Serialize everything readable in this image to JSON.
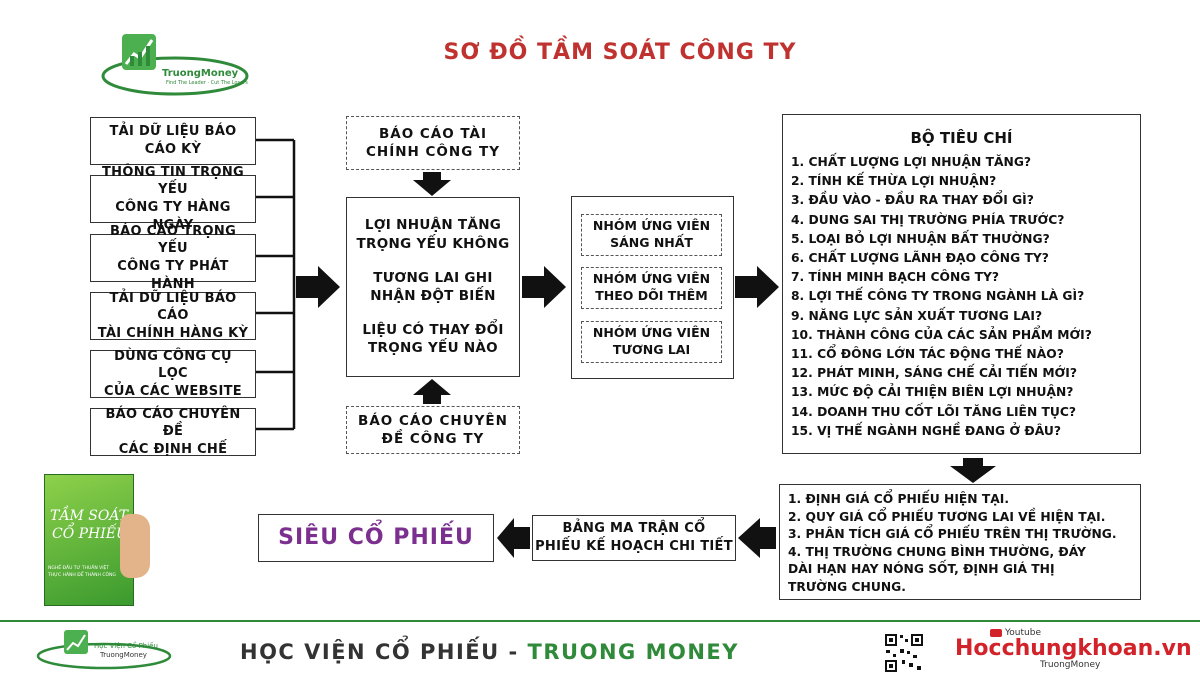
{
  "title": "SƠ ĐỒ TẦM SOÁT CÔNG TY",
  "logo": {
    "brand": "TruongMoney",
    "tagline": "Find The Leader · Cut The Losers"
  },
  "sources": [
    [
      "TẢI DỮ LIỆU BÁO",
      "CÁO KỲ"
    ],
    [
      "THÔNG TIN TRỌNG YẾU",
      "CÔNG TY HÀNG NGÀY"
    ],
    [
      "BÁO CÁO TRỌNG YẾU",
      "CÔNG TY PHÁT HÀNH"
    ],
    [
      "TẢI DỮ LIỆU BÁO CÁO",
      "TÀI CHÍNH HÀNG KỲ"
    ],
    [
      "DÙNG CÔNG CỤ LỌC",
      "CỦA CÁC WEBSITE"
    ],
    [
      "BÁO CÁO CHUYÊN ĐỀ",
      "CÁC ĐỊNH CHẾ"
    ]
  ],
  "top_input": [
    "BÁO CÁO TÀI",
    "CHÍNH CÔNG TY"
  ],
  "bottom_input": [
    "BÁO CÁO CHUYÊN",
    "ĐỀ CÔNG TY"
  ],
  "questions": [
    [
      "LỢI NHUẬN TĂNG",
      "TRỌNG YẾU KHÔNG"
    ],
    [
      "TƯƠNG LAI GHI",
      "NHẬN ĐỘT BIẾN"
    ],
    [
      "LIỆU CÓ THAY ĐỔI",
      "TRỌNG YẾU NÀO"
    ]
  ],
  "candidates": [
    [
      "NHÓM ỨNG VIÊN",
      "SÁNG NHẤT"
    ],
    [
      "NHÓM ỨNG VIÊN",
      "THEO DÕI THÊM"
    ],
    [
      "NHÓM ỨNG VIÊN",
      "TƯƠNG LAI"
    ]
  ],
  "criteria": {
    "heading": "BỘ TIÊU CHÍ",
    "items": [
      "1. CHẤT LƯỢNG LỢI NHUẬN TĂNG?",
      "2. TÍNH KẾ THỪA LỢI NHUẬN?",
      "3. ĐẦU VÀO - ĐẦU RA THAY ĐỔI GÌ?",
      "4. DUNG SAI THỊ TRƯỜNG PHÍA TRƯỚC?",
      "5. LOẠI BỎ LỢI NHUẬN BẤT THƯỜNG?",
      "6. CHẤT LƯỢNG LÃNH ĐẠO CÔNG TY?",
      "7. TÍNH MINH BẠCH CÔNG TY?",
      "8. LỢI THẾ CÔNG TY TRONG NGÀNH LÀ GÌ?",
      "9. NĂNG LỰC SẢN XUẤT TƯƠNG LAI?",
      "10. THÀNH CÔNG CỦA CÁC SẢN PHẨM MỚI?",
      "11. CỔ ĐÔNG LỚN TÁC ĐỘNG THẾ NÀO?",
      "12. PHÁT MINH, SÁNG CHẾ CẢI TIẾN MỚI?",
      "13. MỨC ĐỘ CẢI THIỆN BIÊN LỢI NHUẬN?",
      "14. DOANH THU CỐT LÕI TĂNG LIÊN TỤC?",
      "15. VỊ THẾ NGÀNH NGHỀ ĐANG Ở ĐÂU?"
    ]
  },
  "valuation": [
    "1. ĐỊNH GIÁ CỔ PHIẾU HIỆN TẠI.",
    "2. QUY GIÁ CỔ PHIẾU TƯƠNG LAI VỀ HIỆN TẠI.",
    "3. PHÂN TÍCH GIÁ CỔ PHIẾU TRÊN THỊ TRƯỜNG.",
    "4. THỊ TRƯỜNG CHUNG BÌNH THƯỜNG, ĐÁY",
    "DÀI HẠN HAY NÓNG SỐT, ĐỊNH GIÁ THỊ",
    "TRƯỜNG CHUNG."
  ],
  "matrix": [
    "BẢNG MA TRẬN CỔ",
    "PHIẾU KẾ HOẠCH CHI TIẾT"
  ],
  "result": "SIÊU CỔ PHIẾU",
  "book": {
    "title_1": "TẦM SOÁT",
    "title_2": "CỔ PHIẾU",
    "subtitle": "NGHỀ ĐẦU TƯ THUẦN VIỆT",
    "subtitle_2": "THỰC HÀNH ĐỂ THÀNH CÔNG"
  },
  "footer": {
    "text_a": "HỌC VIỆN CỔ PHIẾU - ",
    "text_b": "TRUONG MONEY",
    "logo_text": "Học Viện Cổ Phiếu",
    "logo_brand": "TruongMoney",
    "youtube": "Youtube",
    "site": "Hocchungkhoan.vn",
    "site_sub": "TruongMoney"
  },
  "colors": {
    "title": "#c0322f",
    "green": "#2f8a3a",
    "purple": "#7b2f8e",
    "site_red": "#d2232a"
  }
}
